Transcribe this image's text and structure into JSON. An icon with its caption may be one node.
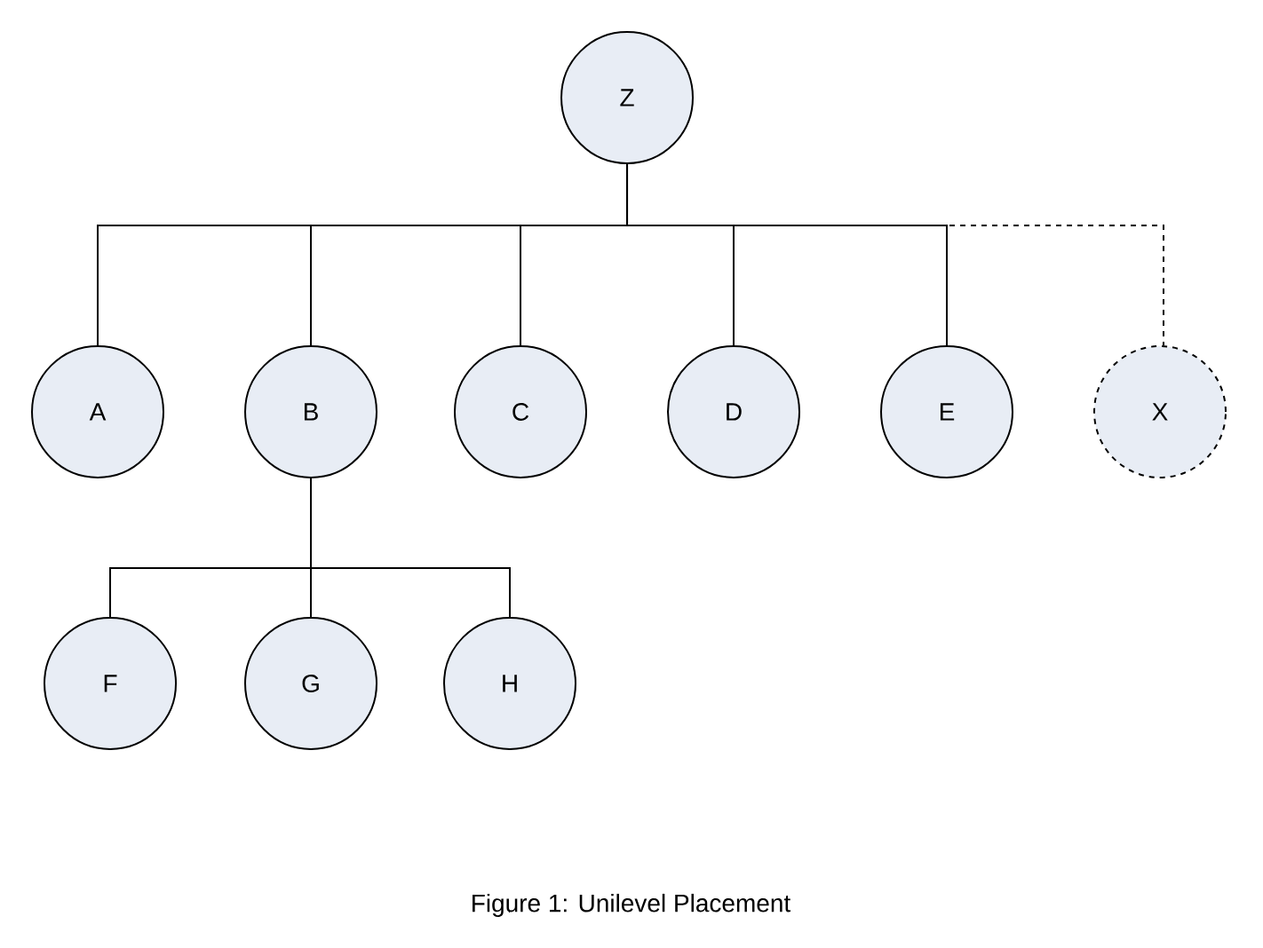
{
  "diagram": {
    "caption": "Figure 1: Unilevel Placement",
    "nodes": [
      {
        "text": [
          "Z"
        ]
      },
      {
        "text": [
          "A"
        ]
      },
      {
        "text": [
          "B"
        ]
      },
      {
        "text": [
          "C"
        ]
      },
      {
        "text": [
          "D"
        ]
      },
      {
        "text": [
          "E"
        ]
      },
      {
        "text": [
          "X"
        ]
      },
      {
        "text": [
          "F"
        ]
      },
      {
        "text": [
          "G"
        ]
      },
      {
        "text": [
          "H"
        ]
      }
    ],
    "edges": [
      {
        "from": 0,
        "to": 1,
        "arrow": "none"
      },
      {
        "from": 0,
        "to": 2,
        "arrow": "none"
      },
      {
        "from": 0,
        "to": 3,
        "arrow": "none"
      },
      {
        "from": 0,
        "to": 4,
        "arrow": "none"
      },
      {
        "from": 0,
        "to": 5,
        "arrow": "none"
      },
      {
        "from": 0,
        "to": 6,
        "arrow": "none",
        "style": "dashed"
      },
      {
        "from": 2,
        "to": 7,
        "arrow": "none"
      },
      {
        "from": 2,
        "to": 8,
        "arrow": "none"
      },
      {
        "from": 2,
        "to": 9,
        "arrow": "none"
      }
    ]
  }
}
